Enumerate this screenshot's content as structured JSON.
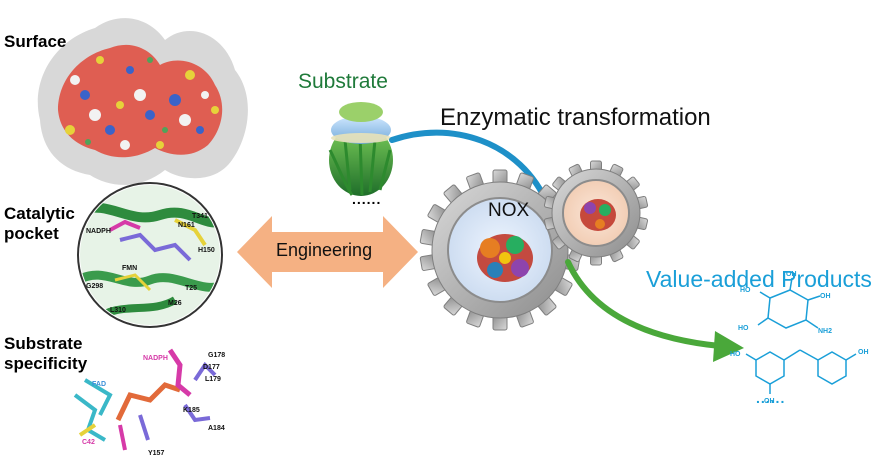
{
  "labels": {
    "surface": "Surface",
    "catalytic_line1": "Catalytic",
    "catalytic_line2": "pocket",
    "specificity_line1": "Substrate",
    "specificity_line2": "specificity",
    "substrate": "Substrate",
    "enzymatic": "Enzymatic transformation",
    "engineering": "Engineering",
    "products": "Value-added Products",
    "nox": "NOX",
    "dots_substrate": "......",
    "dots_products": "......"
  },
  "pocket_residues": [
    "T341",
    "N161",
    "H150",
    "NADPH",
    "FMN",
    "G298",
    "T25",
    "M26",
    "L310"
  ],
  "specificity_residues": [
    "FAD",
    "NADPH",
    "G178",
    "D177",
    "L179",
    "K185",
    "A184",
    "Y157",
    "C42"
  ],
  "molecule_labels": [
    "HO",
    "OH",
    "HO",
    "NH2",
    "OH",
    "OH",
    "HO",
    "OH"
  ],
  "colors": {
    "substrate_text": "#1f7a3a",
    "products_text": "#1a9fd8",
    "engineering_arrow": "#f5b183",
    "blue_arrow": "#1e90c8",
    "green_arrow": "#4aa83a",
    "gear": "#b9b9b9"
  }
}
